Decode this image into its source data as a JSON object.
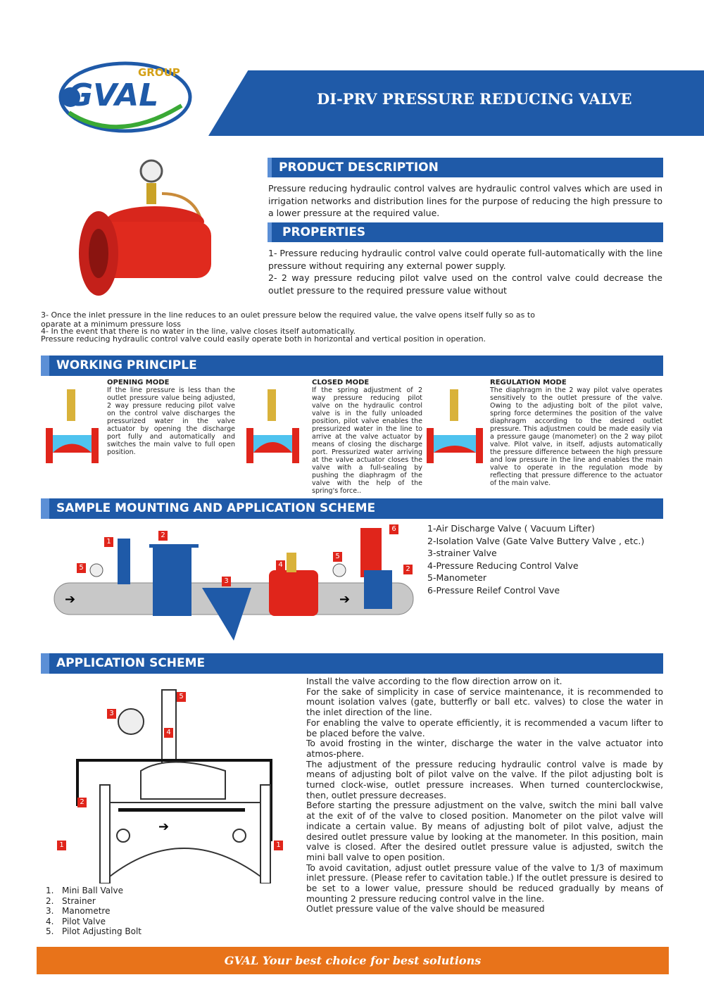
{
  "header": {
    "logo_group": "GROUP",
    "logo_brand": "GVAL",
    "title": "DI-PRV PRESSURE REDUCING VALVE"
  },
  "product_description": {
    "heading": "PRODUCT DESCRIPTION",
    "text": "Pressure reducing hydraulic control valves are hydraulic control valves which are used in irrigation networks and distribution lines for the purpose of reducing the high pressure to a lower pressure at the required value."
  },
  "properties": {
    "heading": "PROPERTIES",
    "items": [
      "1- Pressure reducing hydraulic control valve could operate full-automatically with the line pressure without requiring any external power supply.",
      "2- 2 way pressure reducing pilot valve used on the control valve could decrease the outlet pressure to the required pressure value without"
    ],
    "cont": [
      "3- Once the inlet pressure in the line reduces to an oulet pressure below the required value, the valve opens itself fully so as to oparate at a minimum pressure loss",
      "4- In the event that there is no water in the line, valve closes itself automatically.",
      "Pressure reducing hydraulic control valve could easily operate both in horizontal and vertical position in operation."
    ]
  },
  "working_principle": {
    "heading": "WORKING PRINCIPLE",
    "modes": [
      {
        "title": "OPENING MODE",
        "text": "If the line pressure is less than the outlet pressure value being adjusted, 2 way pressure reducing pilot valve on the control valve discharges the pressurized water in the valve actuator by opening the discharge port fully and automatically and switches the main valve to full open position."
      },
      {
        "title": "CLOSED MODE",
        "text": "If the spring adjustment of 2 way pressure reducing pilot valve on the hydraulic control valve is in the fully unloaded position, pilot valve enables the pressurized water in the line to arrive at the valve actuator by means of closing the discharge port. Pressurized water arriving at the valve actuator closes the valve with a full-sealing by pushing the diaphragm of the valve with the help of the spring's force.."
      },
      {
        "title": "REGULATION MODE",
        "text": "The diaphragm in the 2 way pilot valve operates sensitively to the outlet pressure of the valve. Owing to the adjusting bolt of the pilot valve, spring force determines the position of the valve diaphragm according to the desired outlet pressure. This adjustmen could be made easily via a pressure gauge (manometer) on the 2 way pilot valve. Pilot valve, in itself, adjusts automatically the pressure difference between the high pressure and low pressure in the line and enables the main valve to operate in the regulation mode by reflecting that pressure difference to the actuator of the main valve."
      }
    ]
  },
  "mounting": {
    "heading": "SAMPLE MOUNTING AND APPLICATION SCHEME",
    "tags": [
      "1",
      "2",
      "3",
      "4",
      "5",
      "5",
      "6",
      "2"
    ],
    "legend": [
      "1-Air Discharge Valve ( Vacuum Lifter)",
      "2-Isolation Valve (Gate Valve Buttery Valve , etc.)",
      "3-strainer Valve",
      "4-Pressure Reducing Control Valve",
      "5-Manometer",
      "6-Pressure Reilef Control Vave"
    ]
  },
  "application": {
    "heading": "APPLICATION SCHEME",
    "tags": [
      "5",
      "3",
      "4",
      "2",
      "1",
      "1"
    ],
    "legend": [
      {
        "n": "1.",
        "t": "Mini Ball Valve"
      },
      {
        "n": "2.",
        "t": "Strainer"
      },
      {
        "n": "3.",
        "t": "Manometre"
      },
      {
        "n": "4.",
        "t": "Pilot Valve"
      },
      {
        "n": "5.",
        "t": "Pilot Adjusting Bolt"
      }
    ],
    "text": [
      "Install the valve according to the flow direction arrow on it.",
      "For the sake of simplicity in case of service maintenance, it is recommended to mount isolation valves (gate, butterfly or ball etc. valves) to close the water in the inlet direction of the line.",
      "For enabling the valve to operate efficiently, it is recommended a vacum lifter to be placed before the valve.",
      "To avoid frosting in the winter, discharge the water in the valve actuator into atmos-phere.",
      "The adjustment of the pressure reducing hydraulic control valve is made by means of adjusting bolt of pilot valve on the valve. If the pilot adjusting bolt is turned clock-wise, outlet pressure increases. When turned counterclockwise, then, outlet pressure decreases.",
      "Before starting the pressure adjustment on the valve, switch the mini ball valve at the exit of of the valve to closed position. Manometer on the pilot valve will indicate a certain value. By means of adjusting bolt of pilot valve, adjust the desired outlet pressure value by looking at the manometer. In this position, main valve is closed. After the desired outlet pressure value is adjusted, switch the mini ball valve to open position.",
      "To avoid cavitation, adjust outlet pressure value of the valve to 1/3 of maximum inlet pressure. (Please refer to cavitation table.) If the outlet pressure is desired to be set to a lower value, pressure should be reduced gradually by means of mounting 2 pressure reducing control valve in the line.",
      "Outlet pressure value of the valve should be measured"
    ]
  },
  "footer": {
    "text": "GVAL Your best choice for best solutions"
  },
  "colors": {
    "blue": "#1f5aa8",
    "red": "#e0251b",
    "orange": "#e8731a"
  }
}
